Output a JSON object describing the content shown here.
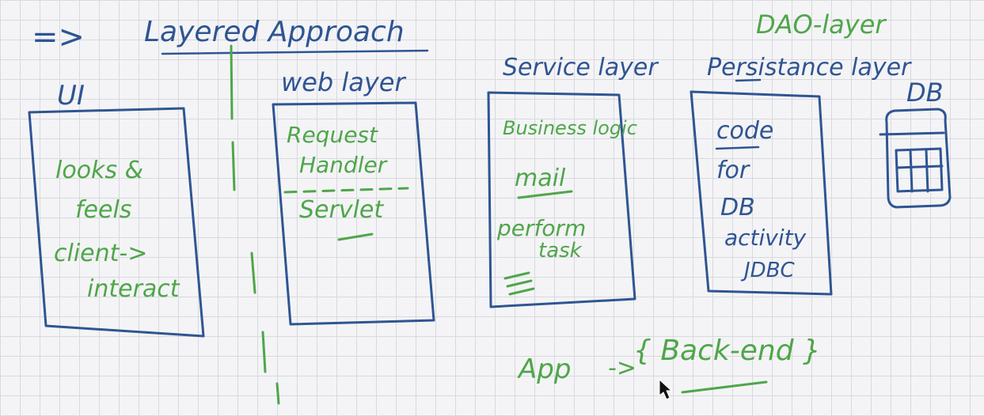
{
  "heading": {
    "arrow": "=>",
    "title": "Layered Approach"
  },
  "dao_label": "DAO-layer",
  "ui": {
    "label": "UI",
    "lines": [
      "looks &",
      "feels",
      "client->",
      "interact"
    ]
  },
  "web": {
    "label": "web layer",
    "lines": [
      "Request",
      "Handler",
      "Servlet"
    ]
  },
  "service": {
    "label": "Service layer",
    "lines": [
      "Business logic",
      "mail",
      "perform",
      "task"
    ]
  },
  "persistence": {
    "label": "Persistance layer",
    "lines": [
      "code",
      "for",
      "DB",
      "activity",
      "JDBC"
    ]
  },
  "db": {
    "label": "DB"
  },
  "footer": {
    "app": "App",
    "arrow": "->",
    "backend": "{ Back-end }"
  },
  "colors": {
    "ink_blue": "#2f5592",
    "ink_green": "#4fa64a",
    "grid": "#d8d9de",
    "paper": "#f4f4f6"
  },
  "icons": [
    "database-icon",
    "mouse-cursor-icon"
  ]
}
